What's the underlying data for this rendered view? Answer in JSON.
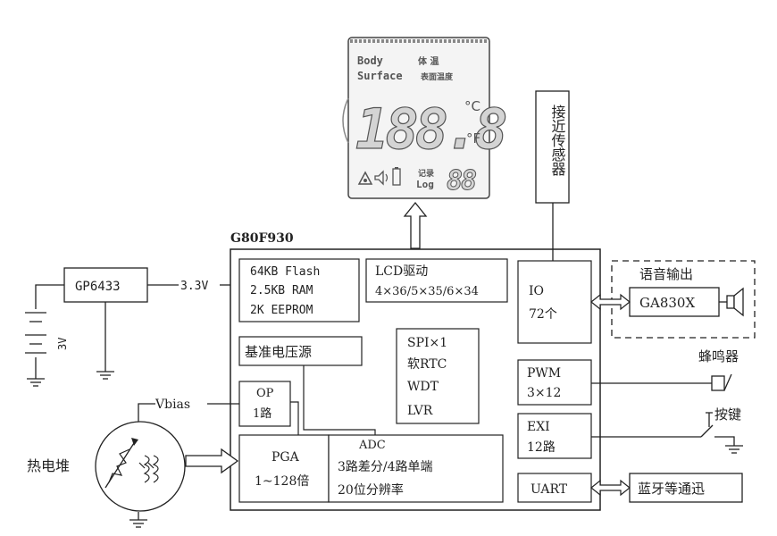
{
  "lcd": {
    "body": "Body",
    "body_cn": "体 温",
    "surface": "Surface",
    "surface_cn": "表面温度",
    "digits": "188.8",
    "unit_c": "°C",
    "unit_f": "°F",
    "log_cn": "记录",
    "log": "Log",
    "small_digits": "88"
  },
  "chip": {
    "label": "G80F930"
  },
  "memory": {
    "line1": "64KB Flash",
    "line2": "2.5KB RAM",
    "line3": "2K EEPROM"
  },
  "lcd_driver": {
    "line1": "LCD驱动",
    "line2": "4×36/5×35/6×34"
  },
  "io": {
    "line1": "IO",
    "line2": "72个"
  },
  "vref": {
    "label": "基准电压源"
  },
  "periph": {
    "line1": "SPI×1",
    "line2": "软RTC",
    "line3": "WDT",
    "line4": "LVR"
  },
  "pwm": {
    "line1": "PWM",
    "line2": "3×12"
  },
  "op": {
    "line1": "OP",
    "line2": "1路"
  },
  "exi": {
    "line1": "EXI",
    "line2": "12路"
  },
  "pga": {
    "line1": "PGA",
    "line2": "1~128倍"
  },
  "adc": {
    "line1": "ADC",
    "line2": "3路差分/4路单端",
    "line3": "20位分辨率"
  },
  "uart": {
    "label": "UART"
  },
  "ldo": {
    "label": "GP6433",
    "output": "3.3V"
  },
  "battery": {
    "label": "3V"
  },
  "vbias": {
    "label": "Vbias"
  },
  "thermopile": {
    "label": "热电堆"
  },
  "proximity": {
    "label": "接近传感器"
  },
  "voice": {
    "title": "语音输出",
    "chip": "GA830X"
  },
  "buzzer": {
    "label": "蜂鸣器"
  },
  "key": {
    "label": "按键"
  },
  "bluetooth": {
    "label": "蓝牙等通迅"
  }
}
